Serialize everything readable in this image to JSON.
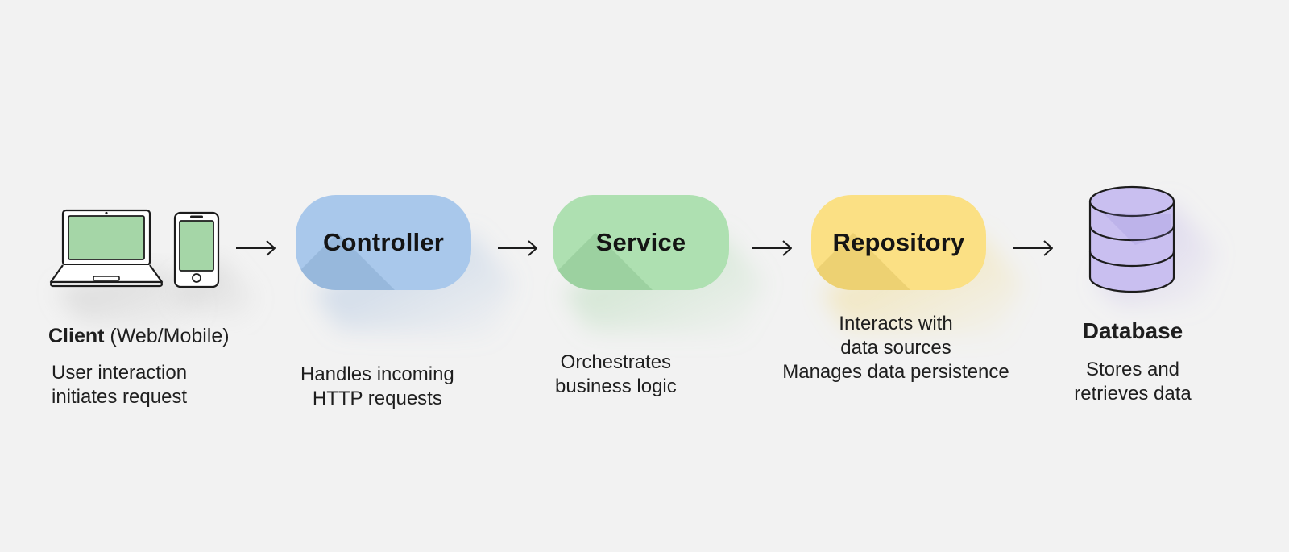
{
  "colors": {
    "background": "#f2f2f2",
    "controller": "#a9c8eb",
    "service": "#aee0b1",
    "repository": "#fbe084",
    "database": "#c9bff0",
    "screen": "#a5d6a7",
    "stroke": "#1c1c1c"
  },
  "client": {
    "title": "Client",
    "subtitle": " (Web/Mobile)",
    "desc": [
      "User interaction",
      "initiates request"
    ],
    "icons": [
      "laptop-icon",
      "smartphone-icon"
    ]
  },
  "controller": {
    "label": "Controller",
    "desc": [
      "Handles incoming",
      "HTTP requests"
    ]
  },
  "service": {
    "label": "Service",
    "desc": [
      "Orchestrates",
      "business logic"
    ]
  },
  "repository": {
    "label": "Repository",
    "desc": [
      "Interacts with",
      "data sources",
      "Manages data persistence"
    ]
  },
  "database": {
    "title": "Database",
    "desc": [
      "Stores and",
      "retrieves data"
    ],
    "icon": "database-cylinder-icon"
  },
  "arrows": [
    "arrow-right-icon",
    "arrow-right-icon",
    "arrow-right-icon",
    "arrow-right-icon"
  ]
}
